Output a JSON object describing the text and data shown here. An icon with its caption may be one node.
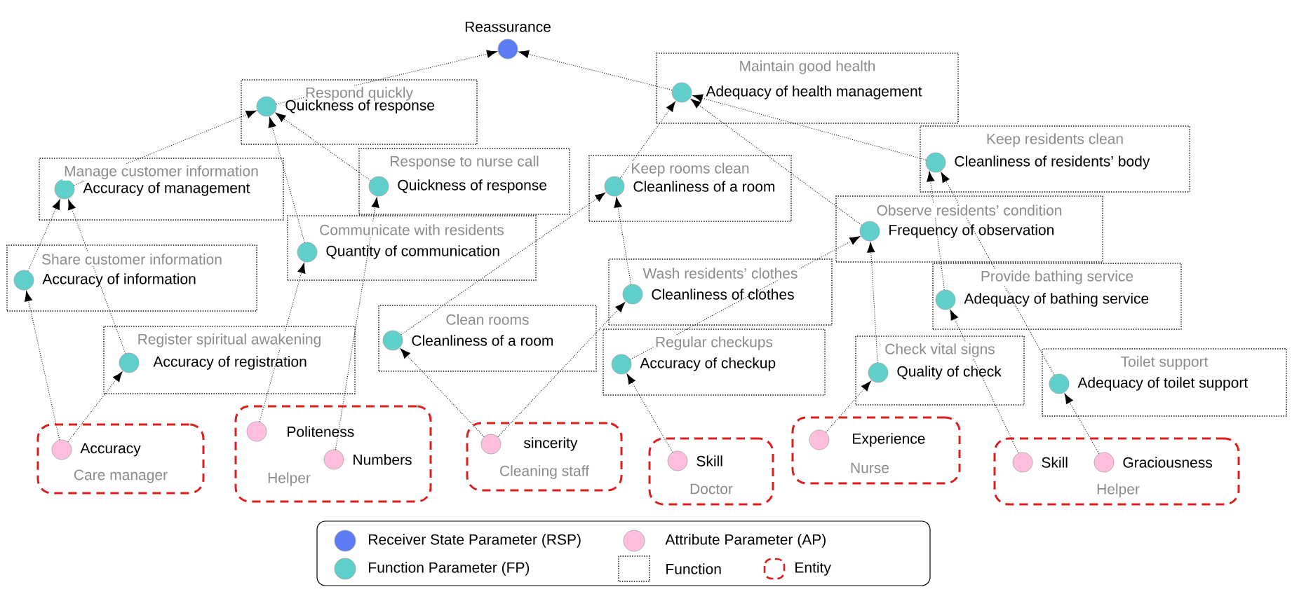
{
  "diagram": {
    "nodes": [
      {
        "text": [],
        "shape": "circle",
        "beside": [
          "Reassurance"
        ]
      },
      {
        "text": [
          "Maintain good health"
        ]
      },
      {
        "text": [],
        "shape": "circle",
        "in": 1,
        "beside": [
          "Adequacy of health management"
        ]
      },
      {
        "text": [
          "Respond quickly"
        ]
      },
      {
        "text": [],
        "shape": "circle",
        "in": 3,
        "beside": [
          "Quickness of response"
        ]
      },
      {
        "text": [
          "Keep residents clean"
        ]
      },
      {
        "text": [],
        "shape": "circle",
        "in": 5,
        "beside": [
          "Cleanliness of residents’ body"
        ]
      },
      {
        "text": [
          "Response to nurse call"
        ]
      },
      {
        "text": [],
        "shape": "circle",
        "in": 7,
        "beside": [
          "Quickness of response"
        ]
      },
      {
        "text": [
          "Keep rooms clean"
        ]
      },
      {
        "text": [],
        "shape": "circle",
        "in": 9,
        "beside": [
          "Cleanliness of a room"
        ]
      },
      {
        "text": [
          "Manage customer information"
        ]
      },
      {
        "text": [],
        "shape": "circle",
        "in": 11,
        "beside": [
          "Accuracy of management"
        ]
      },
      {
        "text": [
          "Observe residents’ condition"
        ]
      },
      {
        "text": [],
        "shape": "circle",
        "in": 13,
        "beside": [
          "Frequency of observation"
        ]
      },
      {
        "text": [
          "Communicate with residents"
        ]
      },
      {
        "text": [],
        "shape": "circle",
        "in": 15,
        "beside": [
          "Quantity of communication"
        ]
      },
      {
        "text": [
          "Share customer information"
        ]
      },
      {
        "text": [],
        "shape": "circle",
        "in": 17,
        "beside": [
          "Accuracy of information"
        ]
      },
      {
        "text": [
          "Wash residents’ clothes"
        ]
      },
      {
        "text": [],
        "shape": "circle",
        "in": 19,
        "beside": [
          "Cleanliness of clothes"
        ]
      },
      {
        "text": [
          "Provide bathing service"
        ]
      },
      {
        "text": [],
        "shape": "circle",
        "in": 21,
        "beside": [
          "Adequacy of bathing service"
        ]
      },
      {
        "text": [
          "Clean rooms"
        ]
      },
      {
        "text": [],
        "shape": "circle",
        "in": 23,
        "beside": [
          "Cleanliness of a room"
        ]
      },
      {
        "text": [
          "Register spiritual awakening"
        ]
      },
      {
        "text": [],
        "shape": "circle",
        "in": 25,
        "beside": [
          "Accuracy of registration"
        ]
      },
      {
        "text": [
          "Regular checkups"
        ]
      },
      {
        "text": [],
        "shape": "circle",
        "in": 27,
        "beside": [
          "Accuracy of checkup"
        ]
      },
      {
        "text": [
          "Check vital signs"
        ]
      },
      {
        "text": [],
        "shape": "circle",
        "in": 29,
        "beside": [
          "Quality of check"
        ]
      },
      {
        "text": [
          "Toilet support"
        ]
      },
      {
        "text": [],
        "shape": "circle",
        "in": 31,
        "beside": [
          "Adequacy of toilet support"
        ]
      },
      {
        "text": [
          "Helper"
        ]
      },
      {
        "text": [],
        "shape": "circle",
        "in": 33,
        "beside": [
          "Politeness"
        ]
      },
      {
        "text": [],
        "shape": "circle",
        "in": 33,
        "beside": [
          "Numbers"
        ]
      },
      {
        "text": [
          "Nurse"
        ]
      },
      {
        "text": [],
        "shape": "circle",
        "in": 36,
        "beside": [
          "Experience"
        ]
      },
      {
        "text": [
          "Cleaning staff"
        ]
      },
      {
        "text": [],
        "shape": "circle",
        "in": 38,
        "beside": [
          "sincerity"
        ]
      },
      {
        "text": [
          "Care manager"
        ]
      },
      {
        "text": [],
        "shape": "circle",
        "in": 40,
        "beside": [
          "Accuracy"
        ]
      },
      {
        "text": [
          "Doctor"
        ]
      },
      {
        "text": [],
        "shape": "circle",
        "in": 42,
        "beside": [
          "Skill"
        ]
      },
      {
        "text": [
          "Helper"
        ]
      },
      {
        "text": [],
        "shape": "circle",
        "in": 44,
        "beside": [
          "Skill"
        ]
      },
      {
        "text": [],
        "shape": "circle",
        "in": 44,
        "beside": [
          "Graciousness"
        ]
      }
    ],
    "edges": [
      {
        "from": 4,
        "to": 0,
        "arrow": "to"
      },
      {
        "from": 2,
        "to": 0,
        "arrow": "to"
      },
      {
        "from": 12,
        "to": 4,
        "arrow": "to"
      },
      {
        "from": 8,
        "to": 4,
        "arrow": "to"
      },
      {
        "from": 16,
        "to": 4,
        "arrow": "to"
      },
      {
        "from": 10,
        "to": 2,
        "arrow": "to"
      },
      {
        "from": 6,
        "to": 2,
        "arrow": "to"
      },
      {
        "from": 14,
        "to": 2,
        "arrow": "to"
      },
      {
        "from": 18,
        "to": 12,
        "arrow": "to"
      },
      {
        "from": 26,
        "to": 12,
        "arrow": "to"
      },
      {
        "from": 41,
        "to": 18,
        "arrow": "to"
      },
      {
        "from": 41,
        "to": 26,
        "arrow": "to"
      },
      {
        "from": 34,
        "to": 16,
        "arrow": "to"
      },
      {
        "from": 35,
        "to": 8,
        "arrow": "to"
      },
      {
        "from": 24,
        "to": 10,
        "arrow": "to"
      },
      {
        "from": 20,
        "to": 10,
        "arrow": "to"
      },
      {
        "from": 39,
        "to": 24,
        "arrow": "to"
      },
      {
        "from": 39,
        "to": 20,
        "arrow": "to"
      },
      {
        "from": 28,
        "to": 14,
        "arrow": "to"
      },
      {
        "from": 30,
        "to": 14,
        "arrow": "to"
      },
      {
        "from": 43,
        "to": 28,
        "arrow": "to"
      },
      {
        "from": 37,
        "to": 30,
        "arrow": "to"
      },
      {
        "from": 22,
        "to": 6,
        "arrow": "to"
      },
      {
        "from": 32,
        "to": 6,
        "arrow": "to"
      },
      {
        "from": 45,
        "to": 22,
        "arrow": "to"
      },
      {
        "from": 46,
        "to": 32,
        "arrow": "to"
      }
    ],
    "legend": [
      {
        "text": "Receiver State Parameter (RSP)",
        "color": "#5b7cf5"
      },
      {
        "text": "Attribute Parameter (AP)",
        "color": "#ffbedd"
      },
      {
        "text": "Function Parameter (FP)",
        "color": "#5fcfcc"
      },
      {
        "text": "Function"
      },
      {
        "text": "Entity"
      }
    ]
  }
}
